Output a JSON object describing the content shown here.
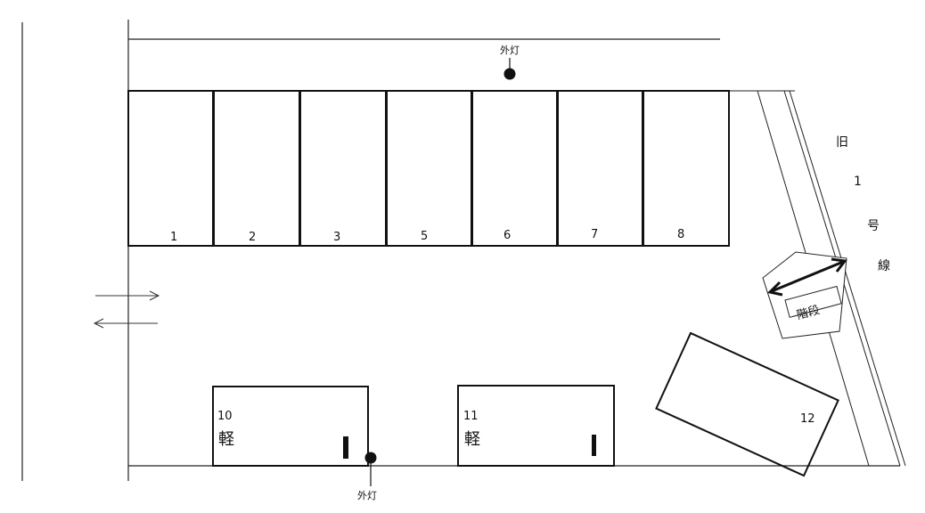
{
  "parking_spaces": {
    "top_row": [
      "1",
      "2",
      "3",
      "5",
      "6",
      "7",
      "8"
    ],
    "bottom": [
      {
        "number": "10",
        "type_label": "軽"
      },
      {
        "number": "11",
        "type_label": "軽"
      }
    ],
    "angled": "12"
  },
  "outdoor_light_label": "外灯",
  "stairs_label": "階段",
  "road_label_chars": [
    "旧",
    "1",
    "号",
    "線"
  ],
  "traffic_arrows": [
    "right-arrow",
    "left-arrow"
  ]
}
